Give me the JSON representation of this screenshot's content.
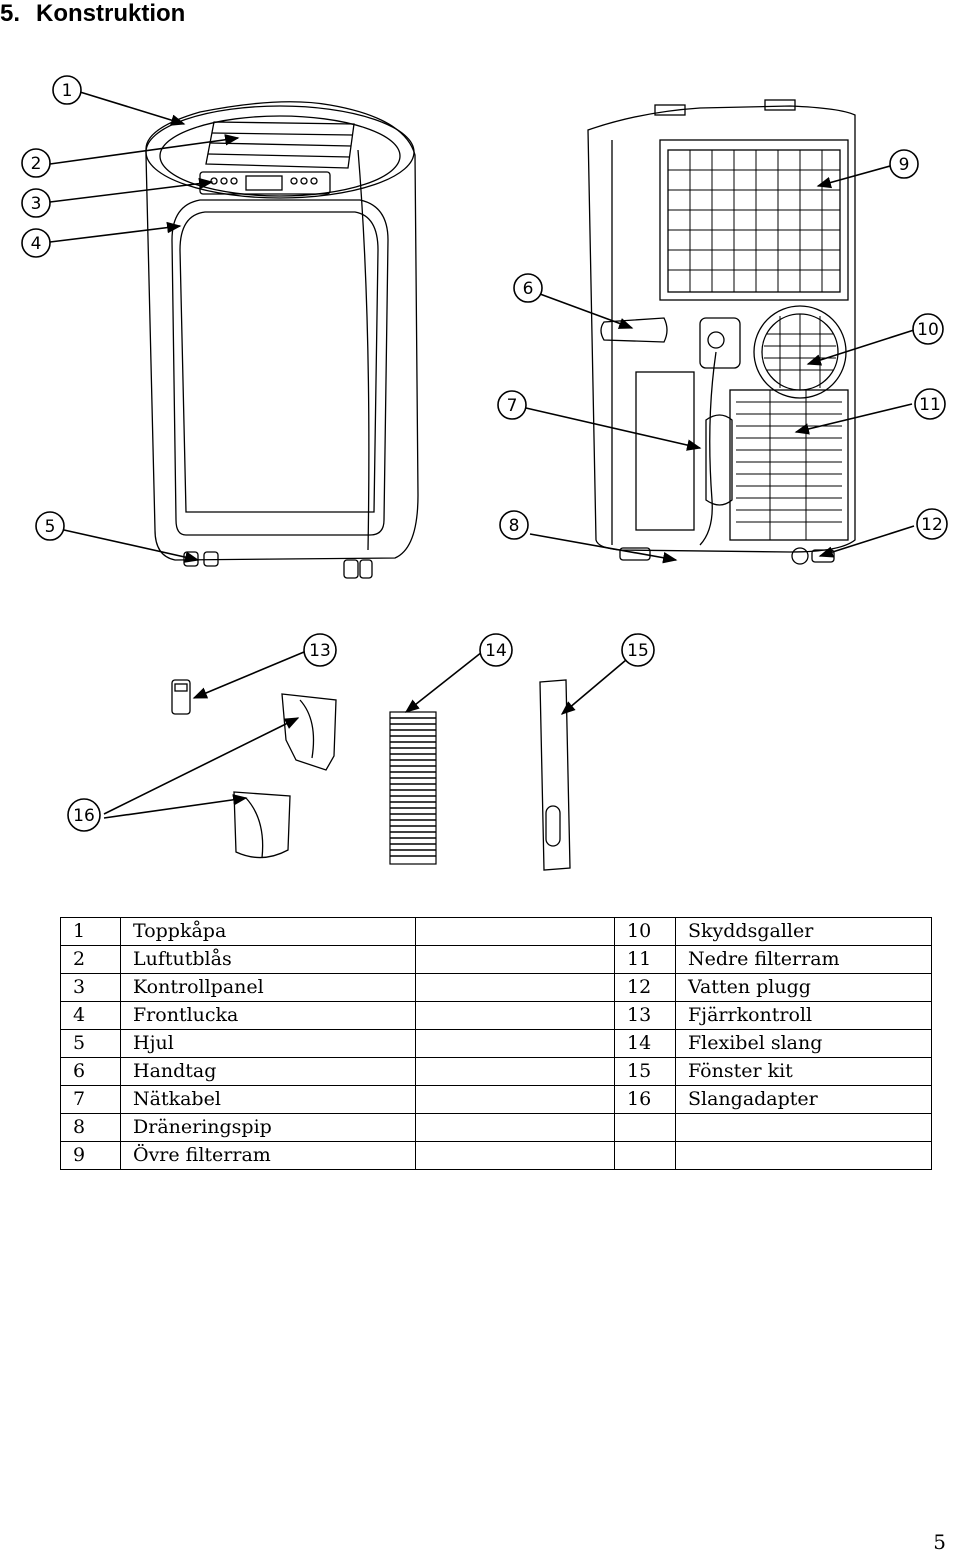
{
  "heading": {
    "number": "5.",
    "title": "Konstruktion"
  },
  "callouts": [
    "1",
    "2",
    "3",
    "4",
    "5",
    "6",
    "7",
    "8",
    "9",
    "10",
    "11",
    "12",
    "13",
    "14",
    "15",
    "16"
  ],
  "parts_table": {
    "rows": [
      {
        "left_num": "1",
        "left_name": "Toppkåpa",
        "right_num": "10",
        "right_name": "Skyddsgaller"
      },
      {
        "left_num": "2",
        "left_name": "Luftutblås",
        "right_num": "11",
        "right_name": "Nedre filterram"
      },
      {
        "left_num": "3",
        "left_name": "Kontrollpanel",
        "right_num": "12",
        "right_name": "Vatten plugg"
      },
      {
        "left_num": "4",
        "left_name": "Frontlucka",
        "right_num": "13",
        "right_name": "Fjärrkontroll"
      },
      {
        "left_num": "5",
        "left_name": "Hjul",
        "right_num": "14",
        "right_name": "Flexibel slang"
      },
      {
        "left_num": "6",
        "left_name": "Handtag",
        "right_num": "15",
        "right_name": "Fönster kit"
      },
      {
        "left_num": "7",
        "left_name": "Nätkabel",
        "right_num": "16",
        "right_name": "Slangadapter"
      },
      {
        "left_num": "8",
        "left_name": "Dräneringspip",
        "right_num": "",
        "right_name": ""
      },
      {
        "left_num": "9",
        "left_name": "Övre filterram",
        "right_num": "",
        "right_name": ""
      }
    ]
  },
  "page_number": "5"
}
